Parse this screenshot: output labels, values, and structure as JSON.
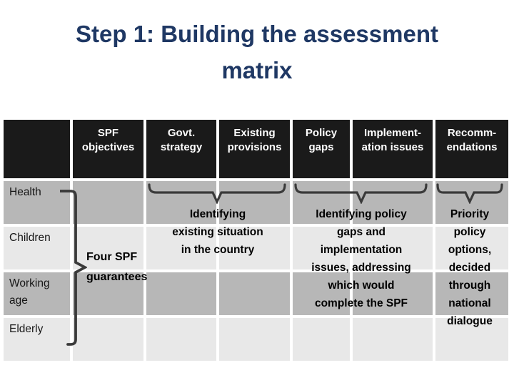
{
  "slide": {
    "title": "Step 1: Building the assessment\nmatrix"
  },
  "table": {
    "columns": [
      "",
      "SPF\nobjectives",
      "Govt.\nstrategy",
      "Existing\nprovisions",
      "Policy\ngaps",
      "Implement-\nation issues",
      "Recomm-\nendations"
    ],
    "rows": [
      "Health",
      "Children",
      "Working\nage",
      "Elderly"
    ]
  },
  "annotations": {
    "four_spf_guarantees": "Four SPF\nguarantees",
    "identify_situation": "Identifying\nexisting situation\nin the country",
    "identify_gaps": "Identifying policy\ngaps and\nimplementation\nissues, addressing\nwhich would\ncomplete the SPF",
    "priority_options": "Priority\npolicy\noptions,\ndecided\nthrough\nnational\ndialogue"
  },
  "colors": {
    "title_text": "#1f3864",
    "header_bg": "#1a1a1a",
    "header_text": "#ffffff",
    "row_band_dark": "#b7b7b7",
    "row_band_light": "#e8e8e8",
    "brace": "#3a3a3a",
    "background": "#ffffff"
  }
}
